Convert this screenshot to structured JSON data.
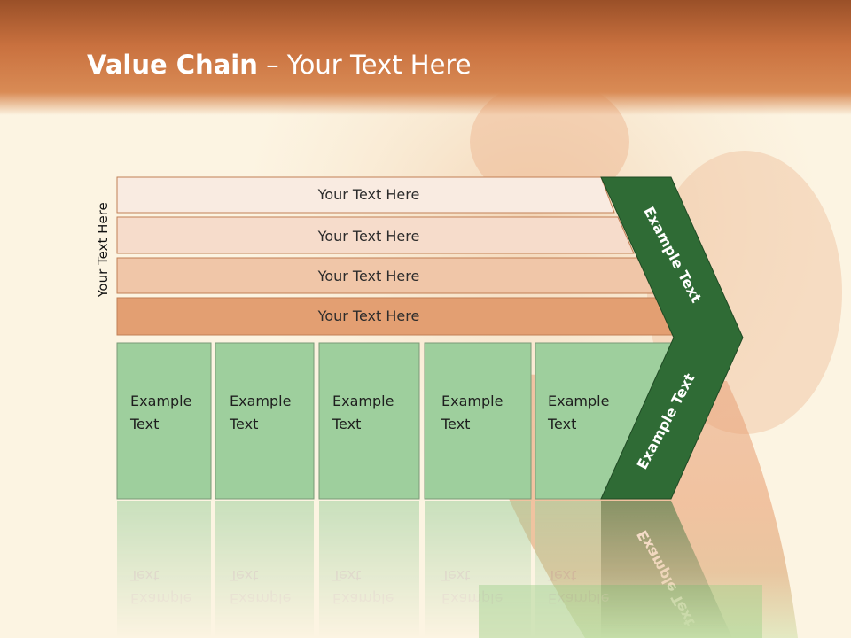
{
  "title": {
    "bold": "Value Chain",
    "rest": " – Your Text Here"
  },
  "side_label": "Your Text Here",
  "rows": [
    "Your Text Here",
    "Your Text Here",
    "Your Text Here",
    "Your Text Here"
  ],
  "boxes": [
    {
      "line1": "Example",
      "line2": "Text"
    },
    {
      "line1": "Example",
      "line2": "Text"
    },
    {
      "line1": "Example",
      "line2": "Text"
    },
    {
      "line1": "Example",
      "line2": "Text"
    },
    {
      "line1": "Example",
      "line2": "Text"
    }
  ],
  "chevron_top": "Example Text",
  "chevron_bottom": "Example Text",
  "colors": {
    "header": "#c9713f",
    "row_fills": [
      "#f9ebe1",
      "#f6dccb",
      "#f0c6a8",
      "#e39f72"
    ],
    "box_fill": "#9ecf9d",
    "chevron": "#2f6b35"
  }
}
